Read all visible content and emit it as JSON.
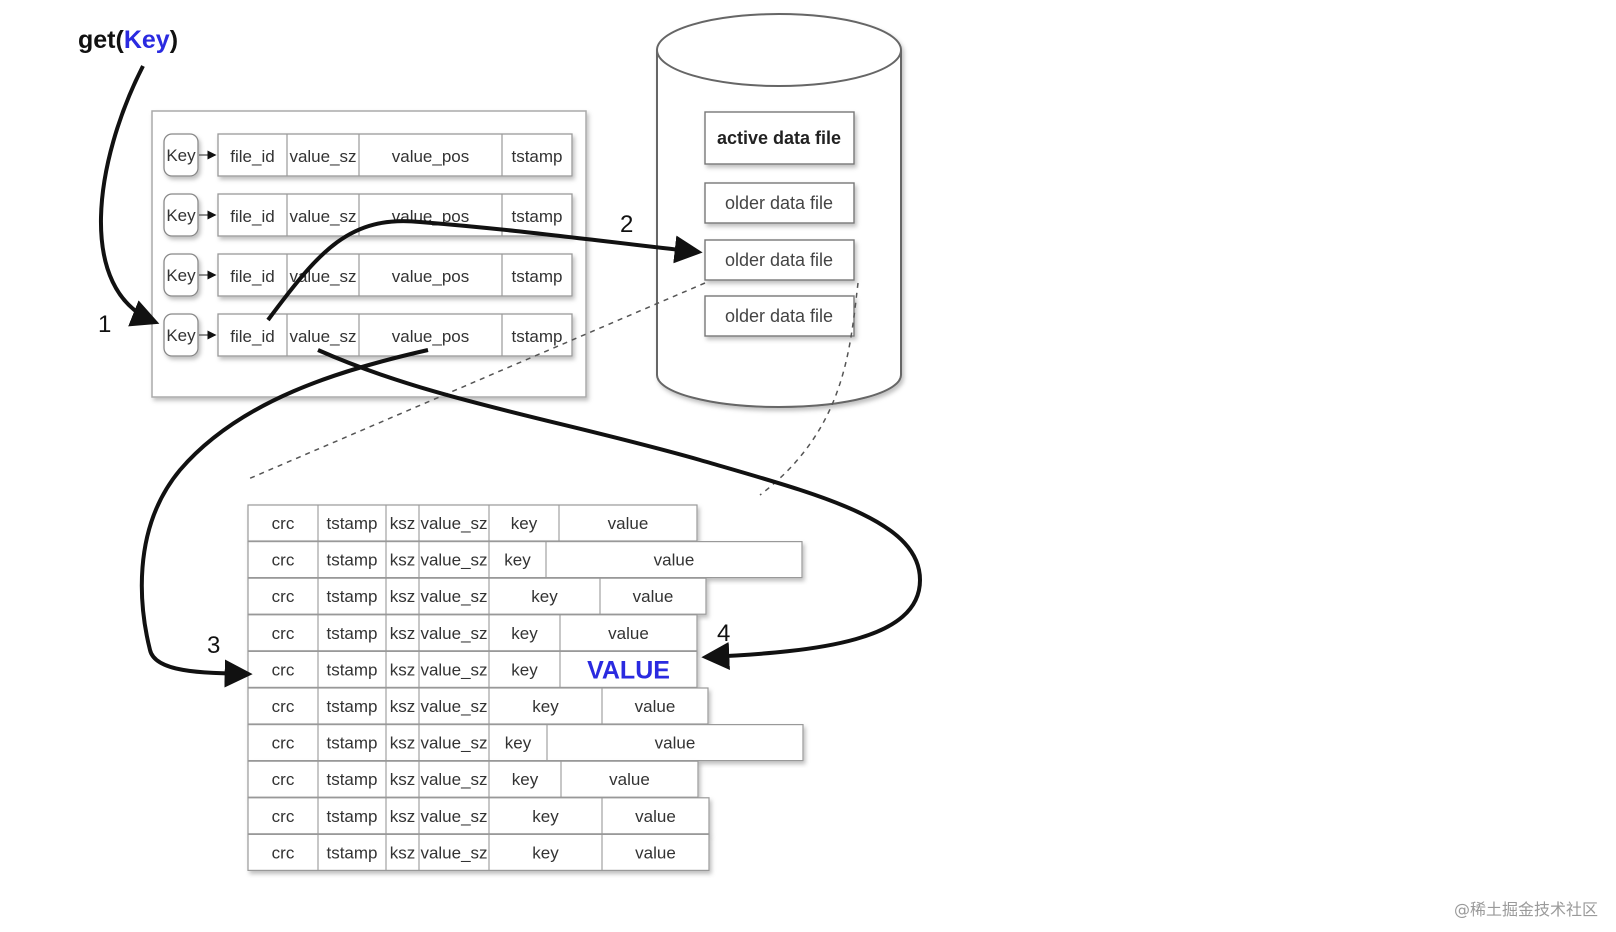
{
  "header": {
    "get_prefix": "get(",
    "get_key": "Key",
    "get_suffix": ")"
  },
  "keydir": {
    "key_label": "Key",
    "columns": [
      "file_id",
      "value_sz",
      "value_pos",
      "tstamp"
    ],
    "row_count": 4
  },
  "datastore": {
    "files": [
      "active data file",
      "older data file",
      "older data file",
      "older data file"
    ]
  },
  "data_file": {
    "columns": [
      "crc",
      "tstamp",
      "ksz",
      "value_sz",
      "key",
      "value"
    ],
    "highlight_row": 4,
    "highlight_value": "VALUE",
    "row_count": 10
  },
  "steps": [
    "1",
    "2",
    "3",
    "4"
  ],
  "watermark": "@稀土掘金技术社区",
  "colors": {
    "accent": "#2a2ae0",
    "line": "#111111",
    "cell_border": "#9a9a9a"
  }
}
